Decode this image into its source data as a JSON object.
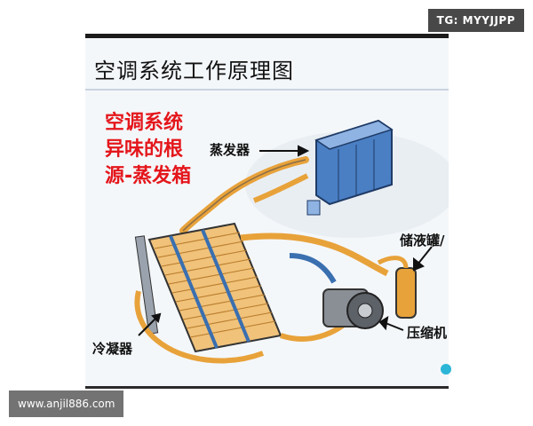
{
  "slide": {
    "title": "空调系统工作原理图",
    "caption_lines": [
      "空调系统",
      "异味的根",
      "源-蒸发箱"
    ],
    "labels": {
      "evaporator": "蒸发器",
      "receiver": "储液罐/",
      "compressor": "压缩机",
      "condenser": "冷凝器"
    }
  },
  "watermarks": {
    "top_right": "TG: MYYJJPP",
    "bottom_left": "www.anjil886.com"
  },
  "colors": {
    "caption_red": "#e4161b",
    "pipe_orange": "#e8a23a",
    "pipe_blue": "#3a6fb0",
    "unit_blue": "#4a7fc4"
  }
}
